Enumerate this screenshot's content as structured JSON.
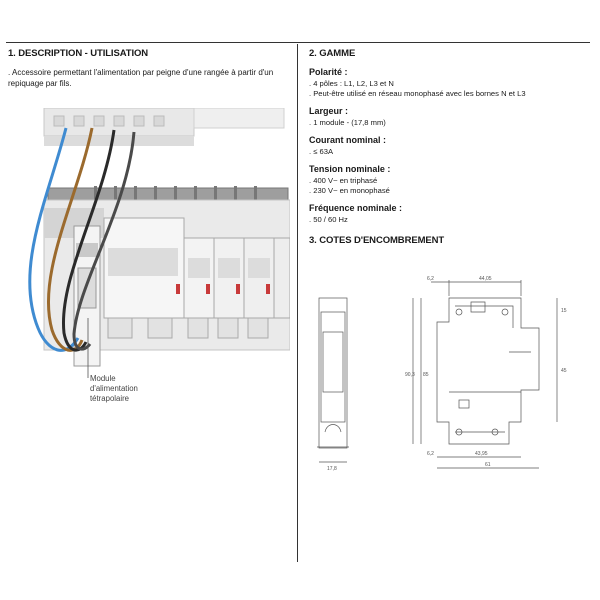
{
  "left": {
    "heading": "1. DESCRIPTION - UTILISATION",
    "description": ". Accessoire permettant l'alimentation par peigne d'une rangée à partir d'un repiquage par fils.",
    "callout": [
      "Module",
      "d'alimentation",
      "tétrapolaire"
    ]
  },
  "right": {
    "heading": "2. GAMME",
    "properties": [
      {
        "title": "Polarité :",
        "lines": [
          ". 4 pôles : L1, L2, L3 et N",
          ". Peut-être utilisé en réseau monophasé avec les bornes N et L3"
        ]
      },
      {
        "title": "Largeur :",
        "lines": [
          ". 1 module - (17,8 mm)"
        ]
      },
      {
        "title": "Courant nominal :",
        "lines": [
          ". ≤ 63A"
        ]
      },
      {
        "title": "Tension nominale :",
        "lines": [
          ". 400 V~ en triphasé",
          ". 230 V~ en monophasé"
        ]
      },
      {
        "title": "Fréquence nominale :",
        "lines": [
          ". 50 / 60 Hz"
        ]
      }
    ],
    "dims_heading": "3. COTES D'ENCOMBREMENT",
    "dims": {
      "d62a": "6,2",
      "d4405": "44,05",
      "d15": "15",
      "d45": "45",
      "d903": "90,3",
      "d85": "85",
      "d62b": "6,2",
      "d4395": "43,95",
      "d61": "61",
      "d178": "17,8"
    }
  }
}
